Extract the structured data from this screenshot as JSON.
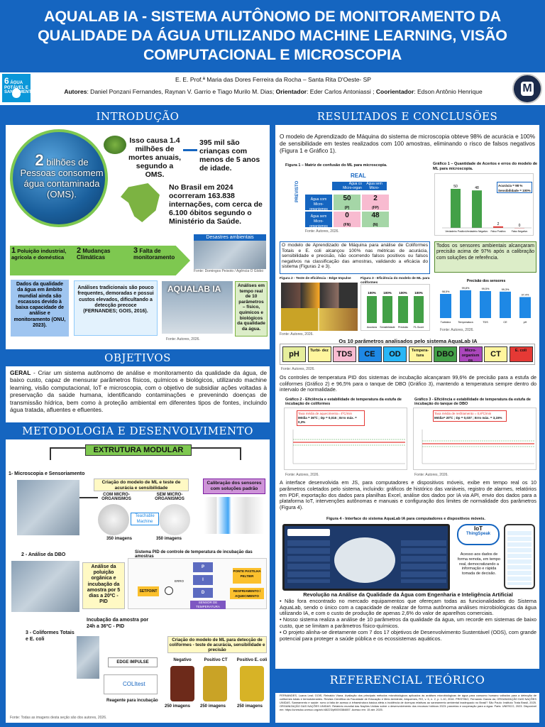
{
  "header": {
    "title": "AQUALAB IA - SISTEMA AUTÔNOMO DE MONITORAMENTO DA QUALIDADE DA ÁGUA UTILIZANDO MACHINE LEARNING, VISÃO COMPUTACIONAL E MICROSCOPIA",
    "ods_number": "6",
    "ods_text": "ÁGUA POTÁVEL E SANEAMENTO",
    "school": "E. E. Prof.ª Maria das Dores Ferreira da Rocha – Santa Rita D'Oeste- SP",
    "authors_label": "Autores",
    "authors": ": Daniel Ponzani Fernandes, Raynan V. Garrio e Tiago Murilo M. Dias;",
    "advisor_label": "Orientador",
    "advisor": ": Eder Carlos Antoniassi ;",
    "coadvisor_label": "Coorientador",
    "coadvisor": ": Edson Antônio Henrique",
    "logo_letter": "M"
  },
  "intro": {
    "title": "INTRODUÇÃO",
    "globe_big": "2",
    "globe_rest": " bilhões de Pessoas consomem água contaminada (OMS).",
    "deaths": "Isso causa 1.4 milhões de mortes anuais, segundo a OMS.",
    "children": "395 mil são crianças com menos de 5 anos de idade.",
    "brazil": "No Brasil em 2024 ocorreram 163.838 internações, com cerca de 6.100 óbitos segundo o Ministério da Saúde.",
    "photo_title": "Desastres ambientais",
    "photo_source": "Fonte: Domingos Peixoto / Agência O Globo",
    "steps": [
      {
        "n": "1",
        "t": "Poluição industrial, agrícola e doméstica"
      },
      {
        "n": "2",
        "t": "Mudanças Climáticas"
      },
      {
        "n": "3",
        "t": "Falta de monitoramento"
      }
    ],
    "box1": "Dados da qualidade da água em âmbito mundial ainda são escassos devido à baixa capacidade de análise e monitoramento (ONU, 2023).",
    "box2": "Análises tradicionais são pouco frequentes, demoradas e possui custos elevados, dificultando a detecção precoce (FERNANDES; GOIS, 2016).",
    "aqualab": "AQUALAB IA",
    "box3": "Análises em tempo real de 10 parâmetros – físico, químicos e biológicos da qualidade da água.",
    "source": "Fonte: Autores, 2026."
  },
  "objectives": {
    "title": "OBJETIVOS",
    "label": "GERAL",
    "text": " - Criar um sistema autônomo de análise e monitoramento da qualidade da água, de baixo custo, capaz de mensurar parâmetros físicos, químicos e biológicos, utilizando machine learning, visão computacional, IoT e microscopia, com o objetivo de subsidiar ações voltadas à preservação da saúde humana, identificando contaminações e prevenindo doenças de transmissão hídrica, bem como à proteção ambiental em diferentes tipos de fontes, incluindo água tratada, afluentes e efluentes."
  },
  "method": {
    "title": "METODOLOGIA E DESENVOLVIMENTO",
    "modular": "EXTRUTURA MODULAR",
    "s1": "1- Microscopia e Sensoriamento",
    "ml_box": "Criação do modelo de ML e teste de acurácia e sensibilidade",
    "com": "COM MICRO-ORGANISMOS",
    "sem": "SEM MICRO-ORGANISMOS",
    "tm": "Teachable Machine",
    "img350a": "350 imagens",
    "img350b": "350 imagens",
    "calib": "Calibração dos sensores com soluções padrão",
    "s2": "2 - Análise da DBO",
    "dbo_box": "Análise da poluição orgânica e incubação da amostra por 5 dias a 20ºC - PID",
    "pid_title": "Sistema PID de controle de temperatura de incubação das amostras",
    "setpoint": "SETPOINT",
    "erro": "ERRO",
    "p": "P",
    "i": "I",
    "d": "D",
    "ponte": "PONTE PASTILHA PELTIER",
    "resfria": "RESFRIAMENTO / AQUECIMENTO",
    "sensor": "SENSOR DE TEMPERATURA",
    "s3": "3 - Coliformes Totais e E. coli",
    "incub": "Incubação da amostra por 24h a 36ºC - PID",
    "coli_box": "Criação do modelo de ML para detecção de coliformes - teste de acurácia, sensibilidade e precisão",
    "edge": "EDGE IMPULSE",
    "colilert": "COLItest",
    "reagent": "Reagente para incubação",
    "neg": "Negativo",
    "posct": "Positivo CT",
    "posec": "Positivo E. coli",
    "img250a": "250 imagens",
    "img250b": "250 imagens",
    "img250c": "250 imagens",
    "source": "Fonte: Todas as imagens desta seção são dos autores, 2026."
  },
  "results": {
    "title": "RESULTADOS E CONCLUSÕES",
    "p1": "O modelo de Aprendizado de Máquina do sistema de microscopia obteve 98% de acurácia e 100% de sensibilidade em testes realizados com 100 amostras, eliminando o risco de falsos negativos (Figura 1 e Gráfico 1).",
    "fig1_title": "Figura 1 – Matriz de confusão do ML para microscopia.",
    "real": "REAL",
    "previsto": "PREVISTO",
    "agua_com": "Água com",
    "micro": "Micro-organismos",
    "agua_sem": "Água sem",
    "m": [
      50,
      2,
      0,
      48
    ],
    "m_pct": [
      "(P)",
      "(FP)",
      "(FN)",
      "(N)"
    ],
    "g1_title": "Gráfico 1 – Quantidade de Acertos e erros do modelo de ML para microscopia.",
    "acc": "Acurácia = 98 %",
    "sens": "Sensibilidade = 100%",
    "chart_data": {
      "type": "bar",
      "categories": [
        "Verdadeiro Positivo",
        "Verdadeiro Negativo",
        "Falso Positivo",
        "Falso Negativo"
      ],
      "values": [
        50,
        48,
        2,
        0
      ],
      "ylim": [
        0,
        60
      ]
    },
    "p2": "O modelo de Aprendizado de Máquina para análise de Coliformes Totais e E. coli alcançou 100% nas métricas de acurácia, sensibilidade e precisão, não ocorrendo falsos positivos ou falsos negativos na classificação das amostras, validando a eficácia do sistema (Figuras 2 e 3).",
    "p3": "Todos os sensores ambientais alcançaram precisão acima de 97% após a calibração com soluções de referência.",
    "fig2": "Figura 2 - Teste de eficiência - Edge Impulse",
    "fig3": "Figura 3 - Eficiência do modelo de ML para coliformes",
    "fig3_vals": [
      "100%",
      "100%",
      "100%",
      "100%"
    ],
    "fig3_cats": [
      "Acurácia",
      "Sensibilidade",
      "Precisão",
      "F1-Score"
    ],
    "sens_title": "Precisão dos sensores",
    "sens_vals": [
      "98,5%",
      "99,8%",
      "99,5%",
      "99,3%",
      "97,4%"
    ],
    "sens_cats": [
      "Turbidez",
      "Temperatura",
      "TDS",
      "CE",
      "pH"
    ],
    "params_title": "Os 10 parâmetros analisados pelo sistema AquaLab IA",
    "params": [
      "pH",
      "Turbi- dez",
      "TDS",
      "CE",
      "OD",
      "Tempera- tura",
      "DBO",
      "Micro- organism os",
      "CT",
      "E. coli"
    ],
    "p4": "Os controles de temperatura PID dos sistemas de incubação alcançaram 99,6% de precisão para a estufa de coliformes (Gráfico 2) e 96,5% para o tanque de DBO (Gráfico 3), mantendo a temperatura sempre dentro do intervalo de normalidade.",
    "g2_title": "Gráfico 2 - Eficiência e estabilidade de temperatura da estufa de incubação de coliformes",
    "g2_note": "Taxa média de aquecimento= 4ºC/min",
    "g2_stats": "Média = 36ºC ; Dp = 0,016 ; Erro máx. = 0,3%",
    "g3_title": "Gráfico 3 - Eficiência e estabilidade de temperatura da estufa de incubação do tanque de DBO",
    "g3_note": "Taxa média de resfriamento = 0,8ºC/min",
    "g3_stats": "Média= 20ºC ; Dp = 0,037 ; Erro máx. = 3,15%",
    "p5": "A interface desenvolvida em JS, para computadores e dispositivos móveis, exibe em tempo real os 10 parâmetros coletados pelo sistema, incluindo: gráficos de histórico das variáveis, registro de alarmes, relatórios em PDF, exportação dos dados para planilhas Excel, análise dos dados por IA via API, envio dos dados para a plataforma IoT, intervenções autônomas e manuais e configuração dos limites de normalidade dos parâmetros (Figura 4).",
    "fig4": "Figura 4 - Interface do sistema AquaLab IA para computadores e dispositivos móveis.",
    "iot": "IoT",
    "thingspeak": "ThingSpeak",
    "remote": "Acesso aos dados de forma remota, em tempo real, democratizando a informação e rápida tomada de decisão.",
    "rev_title": "Revolução na Análise da Qualidade da Água com Engenharia e Inteligência Artificial",
    "b1": "• Não fora encontrado no mercado equipamentos que ofereçam todas as funcionalidades do Sistema AquaLab, sendo o único com a capacidade de realizar de forma autônoma análises microbiológicas da água utilizando IA, e com o custo de produção de apenas 2,6% do valor de aparelhos comerciais.",
    "b2": "• Nosso sistema realiza a análise de 10 parâmetros da qualidade da água, um recorde em sistemas de baixo custo, que se limitam a parâmetros físico-químicos.",
    "b3": "• O projeto alinha-se diretamente com 7 dos 17 objetivos de Desenvolvimento Sustentável (ODS), com grande potencial para proteger a saúde pública e os ecossistemas aquáticos.",
    "source": "Fonte: Autores, 2026."
  },
  "refs": {
    "title": "REFERENCIAL TEÓRICO",
    "text": "FERNANDES, Luana Leal; GOIS, Reinaldo Viana. Avaliação dos principais métodos microbiológicos aplicados às análises microbiológicas de água para consumo humano voltados para a detecção de coliformes totais e termotolerantes. Revista Científica da Faculdade de Educação e Meio Ambiente, Ariquemes, RO, v. 6, n. 2, p. 1-10, 2016. PRISTINO, Fernando Garcia da; ORGANIZAÇÃO DAS NAÇÕES UNIDAS. Saneamento e saúde: rumo à falta de acesso à infraestrutura básica afeta a incidência de doenças relativas ao saneamento ambiental inadequado no Brasil? São Paulo: Instituto Trata Brasil, 2025. ORGANIZAÇÃO DAS NAÇÕES UNIDAS. Relatório mundial das Nações Unidas sobre o desenvolvimento dos recursos hídricos 2023: parcerias e cooperação para a água. Paris: UNESCO, 2023. Disponível em: https://unesdoc.unesco.org/ark:/48223/pf0000384657. Acesso em: 15 abr. 2025."
  },
  "colors": {
    "primary": "#1565c0",
    "light": "#5ea1e6",
    "green": "#2e7d32",
    "yellow": "#fff9c4"
  }
}
